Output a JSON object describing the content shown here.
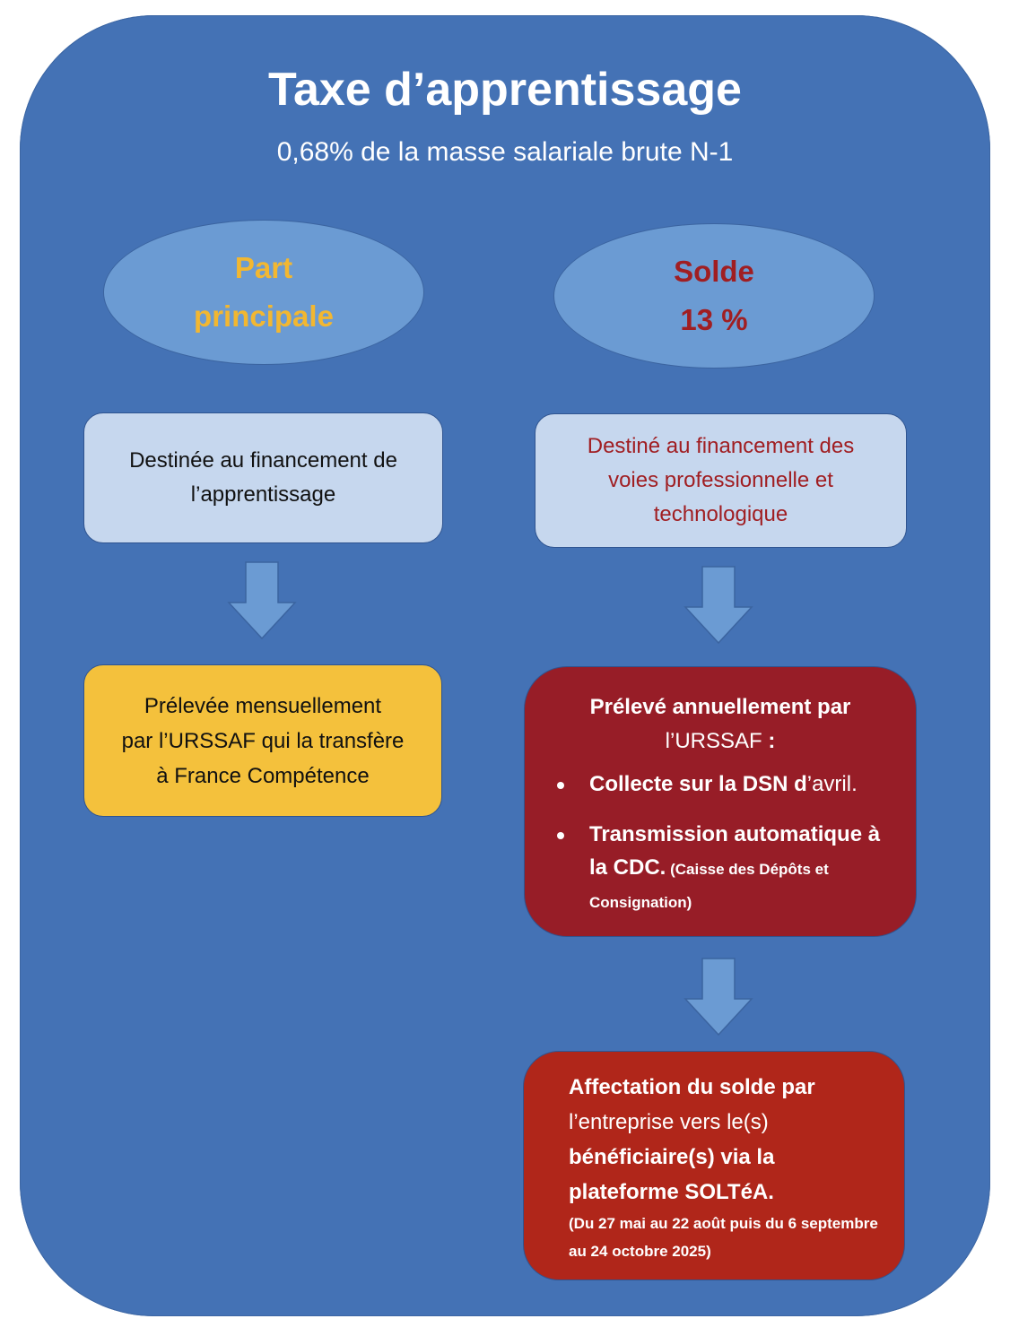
{
  "header": {
    "title": "Taxe d’apprentissage",
    "subtitle": "0,68% de la masse salariale brute N-1"
  },
  "colors": {
    "panel": "#4472b5",
    "ellipse": "#6b9bd3",
    "light_box": "#c6d7ee",
    "yellow_box": "#f4c13c",
    "dark_red_box": "#971d27",
    "red_box": "#b0261a",
    "arrow": "#6b9bd3",
    "yellow_text": "#f2b731",
    "red_text": "#a01e22"
  },
  "left_column": {
    "ellipse_line1": "Part",
    "ellipse_line2": "principale",
    "box1_line1": "Destinée au financement de",
    "box1_line2": "l’apprentissage",
    "box2_line1": "Prélevée mensuellement",
    "box2_line2_a": "par ",
    "box2_line2_b": "l’URSSAF",
    "box2_line2_c": " qui la transfère",
    "box2_line3": "à France Compétence"
  },
  "right_column": {
    "ellipse_line1": "Solde",
    "ellipse_line2": "13 %",
    "box1_line1": "Destiné au financement des",
    "box1_line2": "voies professionnelle et",
    "box1_line3": "technologique",
    "box2_head_a": "Prélevé annuellement par",
    "box2_head_b": "l’URSSAF",
    "box2_head_c": " :",
    "bullet1_a": "Collecte sur la DSN d",
    "bullet1_b": "’avril.",
    "bullet2_a": "Transmission automatique à la CDC.",
    "bullet2_b": " (Caisse des Dépôts et Consignation)",
    "box3_line1": "Affectation du solde par",
    "box3_line2": "l’entreprise vers le(s)",
    "box3_line3": "bénéficiaire(s) via la",
    "box3_line4": "plateforme SOLTéA.",
    "box3_note": "(Du 27 mai au 22 août puis du 6 septembre au 24 octobre 2025)"
  }
}
